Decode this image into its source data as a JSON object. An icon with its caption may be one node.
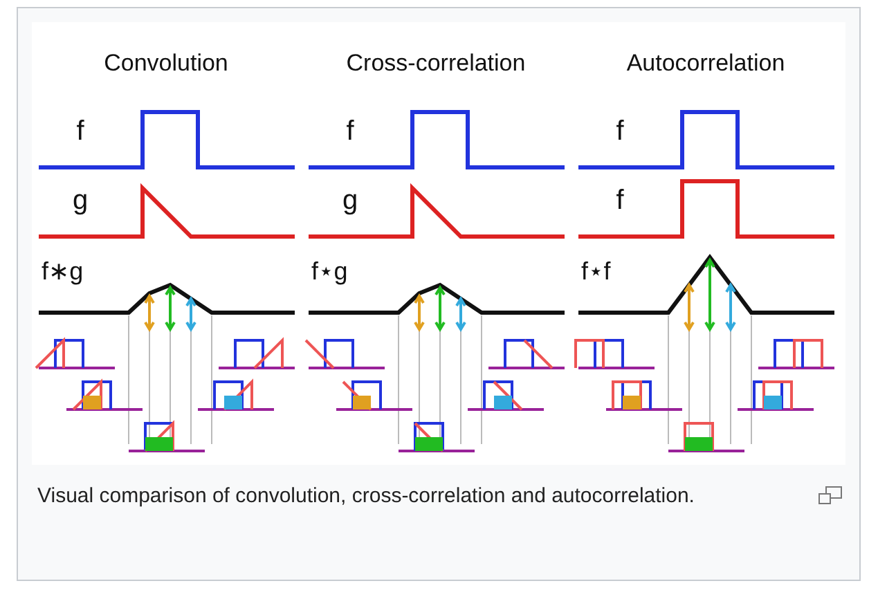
{
  "diagram": {
    "caption": "Visual comparison of convolution, cross-correlation and autocorrelation.",
    "labels": [
      "Convolution",
      "Cross-correlation",
      "Autocorrelation",
      "f",
      "f",
      "f",
      "g",
      "g",
      "f",
      "f∗g",
      "f⋆g",
      "f⋆f"
    ]
  }
}
